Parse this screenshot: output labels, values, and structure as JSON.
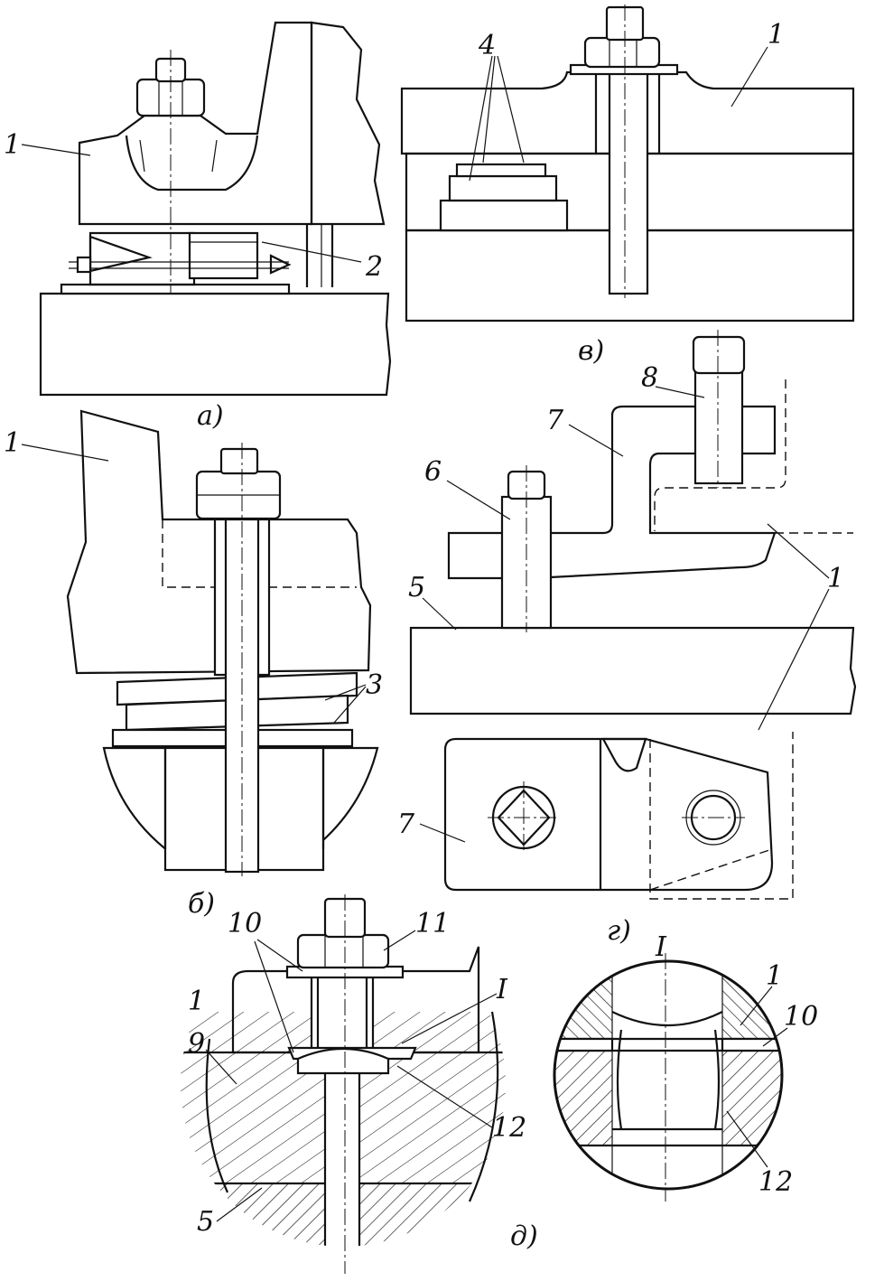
{
  "labels": {
    "n1": "1",
    "n2": "2",
    "n3": "3",
    "n4": "4",
    "n5": "5",
    "n6": "6",
    "n7": "7",
    "n8": "8",
    "n9": "9",
    "n10": "10",
    "n11": "11",
    "n12": "12",
    "detail": "I"
  },
  "captions": {
    "a": "а)",
    "b": "б)",
    "v": "в)",
    "g": "г)",
    "d": "д)"
  }
}
